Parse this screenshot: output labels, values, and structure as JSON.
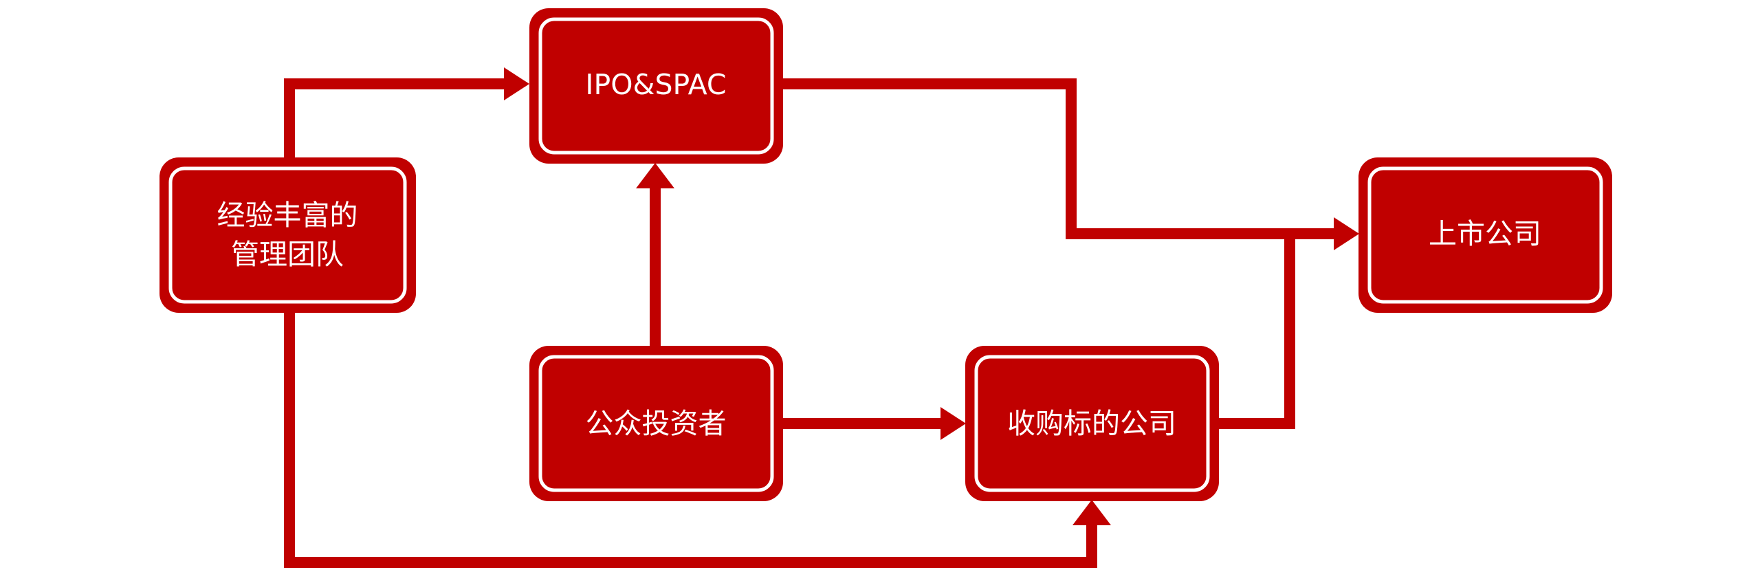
{
  "colors": {
    "primary": "#C00000",
    "inner_border": "#FFFFFF",
    "background": "#FFFFFF"
  },
  "nodes": {
    "team": {
      "label_lines": [
        "经验丰富的",
        "管理团队"
      ]
    },
    "ipo_spac": {
      "label": "IPO&SPAC"
    },
    "public_investors": {
      "label": "公众投资者"
    },
    "acquisition_target": {
      "label": "收购标的公司"
    },
    "listed_company": {
      "label": "上市公司"
    }
  },
  "edges": [
    {
      "from": "经验丰富的管理团队",
      "to": "IPO&SPAC"
    },
    {
      "from": "经验丰富的管理团队",
      "to": "收购标的公司"
    },
    {
      "from": "公众投资者",
      "to": "IPO&SPAC"
    },
    {
      "from": "公众投资者",
      "to": "收购标的公司"
    },
    {
      "from": "IPO&SPAC",
      "to": "上市公司"
    },
    {
      "from": "收购标的公司",
      "to": "上市公司"
    }
  ]
}
